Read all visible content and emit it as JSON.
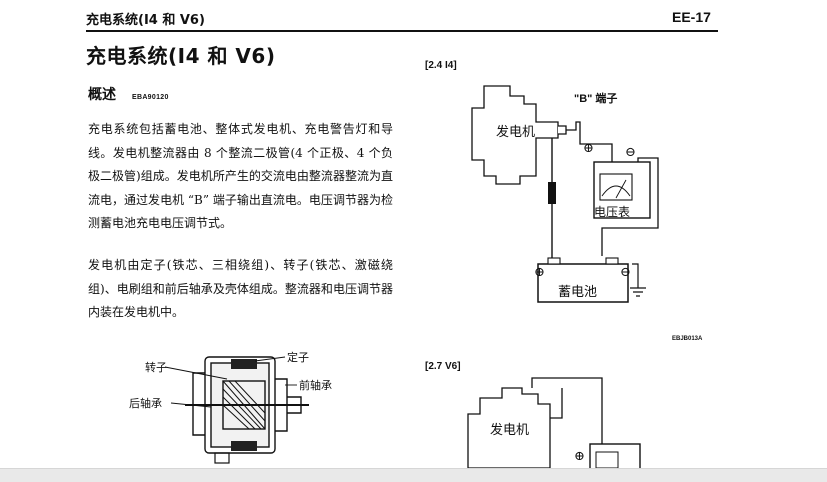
{
  "header": {
    "section_title": "充电系统(I4 和 V6)",
    "page_number": "EE-17"
  },
  "title": "充电系统(I4 和 V6)",
  "overview": {
    "heading": "概述",
    "code": "EBA90120",
    "paragraph1": "充电系统包括蓄电池、整体式发电机、充电警告灯和导线。发电机整流器由 8 个整流二极管(4 个正极、4 个负极二极管)组成。发电机所产生的交流电由整流器整流为直流电，通过发电机 “B” 端子输出直流电。电压调节器为检测蓄电池充电电压调节式。",
    "paragraph2": "发电机由定子(铁芯、三相绕组)、转子(铁芯、激磁绕组)、电刷组和前后轴承及壳体组成。整流器和电压调节器内装在发电机中。"
  },
  "figure1": {
    "label": "[2.4 I4]",
    "code": "EBJB013A",
    "generator": "发电机",
    "b_terminal": "\"B\" 端子",
    "voltmeter": "电压表",
    "battery": "蓄电池",
    "plus": "⊕",
    "minus": "⊖"
  },
  "figure2": {
    "label": "[2.7 V6]",
    "generator": "发电机",
    "plus": "⊕"
  },
  "alternator": {
    "rotor": "转子",
    "stator": "定子",
    "front_bearing": "前轴承",
    "rear_bearing": "后轴承"
  }
}
